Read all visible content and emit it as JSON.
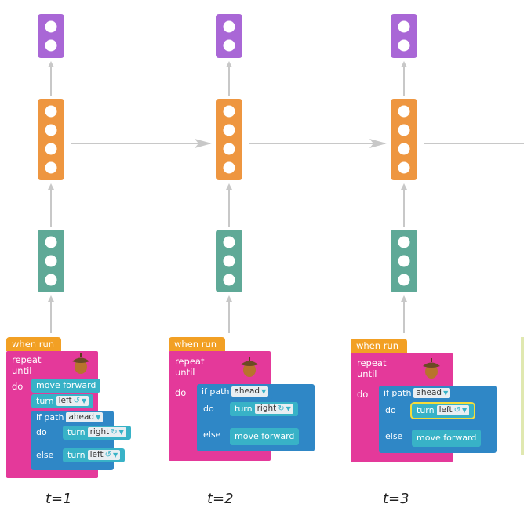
{
  "layers": {
    "output_color": "#a967d6",
    "hidden_color": "#ee9640",
    "input_color": "#5fa997",
    "arrow_color": "#c8c8c8",
    "output_dots": 2,
    "hidden_dots": 4,
    "input_dots": 3
  },
  "steps": [
    {
      "time_label": "t=1",
      "when_run": "when run",
      "repeat_until": "repeat until",
      "do": "do",
      "move_forward": "move forward",
      "turn": "turn",
      "left": "left",
      "if_path": "if path",
      "ahead": "ahead",
      "do2": "do",
      "right": "right",
      "else": "else",
      "turn2": "turn",
      "left2": "left",
      "turn3": "turn"
    },
    {
      "time_label": "t=2",
      "when_run": "when run",
      "repeat_until": "repeat until",
      "do": "do",
      "if_path": "if path",
      "ahead": "ahead",
      "do2": "do",
      "turn": "turn",
      "right": "right",
      "else": "else",
      "move_forward": "move forward"
    },
    {
      "time_label": "t=3",
      "when_run": "when run",
      "repeat_until": "repeat until",
      "do": "do",
      "if_path": "if path",
      "ahead": "ahead",
      "do2": "do",
      "turn": "turn",
      "left": "left",
      "else": "else",
      "move_forward": "move forward"
    }
  ]
}
